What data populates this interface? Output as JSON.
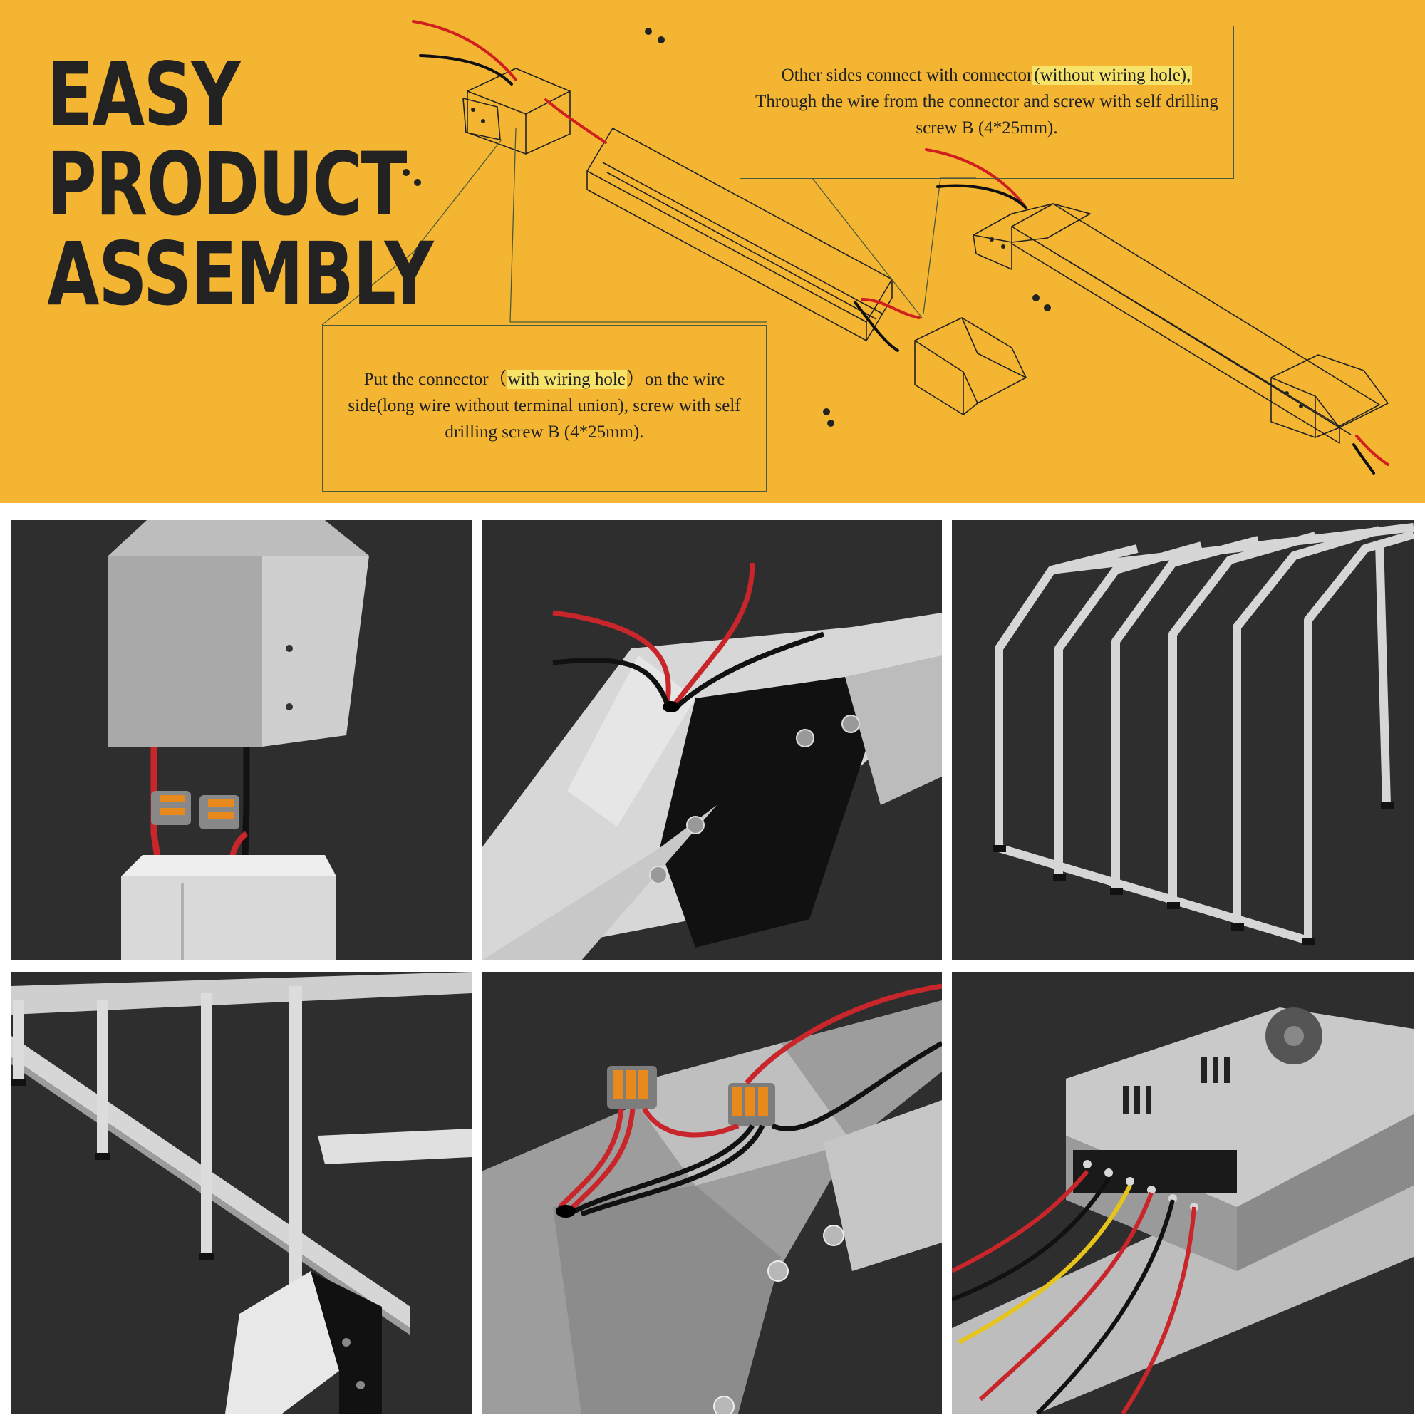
{
  "banner": {
    "headline_lines": [
      "EASY",
      "PRODUCT",
      "ASSEMBLY"
    ],
    "callout_top": {
      "text_1": "Other sides connect with connector",
      "highlight": "(without wiring hole),",
      "text_2": "Through the wire from the connector and screw with self drilling screw B (4*25mm)."
    },
    "callout_bottom": {
      "text_1": "Put the connector（",
      "highlight": "with wiring hole",
      "text_2": "）on the wire side(long wire without terminal union), screw with self drilling screw B (4*25mm)."
    }
  },
  "photos": [
    {
      "subject": "connector-box-with-lever-wire-connectors"
    },
    {
      "subject": "angled-connector-with-wires-through-hole"
    },
    {
      "subject": "assembled-grow-tent-frame"
    },
    {
      "subject": "frame-base-rails"
    },
    {
      "subject": "lever-connectors-on-frame-joint"
    },
    {
      "subject": "power-supply-unit-with-wires"
    }
  ],
  "colors": {
    "banner_bg": "#f4b632",
    "headline": "#222222",
    "highlight": "#f7e36a",
    "panel_bg": "#2e2e2e",
    "wire_red": "#d01f1f",
    "wire_black": "#111111"
  }
}
